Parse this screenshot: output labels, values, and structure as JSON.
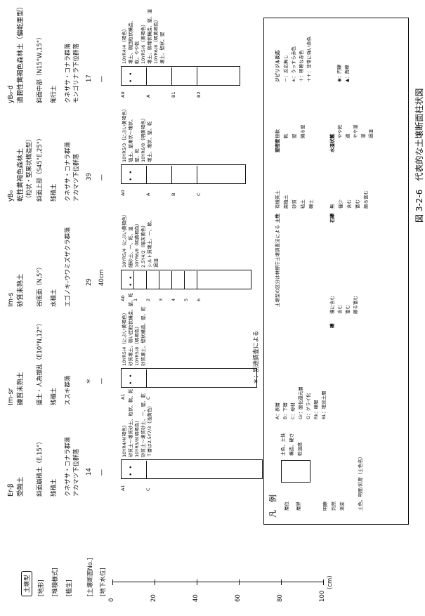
{
  "caption": "図 3-2-6　代表的な土壌断面柱状図",
  "row_labels": {
    "soil_type": "土壌型",
    "topography": "[地形]",
    "deposition": "[堆積様式]",
    "vegetation": "[植生]",
    "profile_no": "[土壌断面No.]",
    "groundwater": "[地下水位]"
  },
  "depth_axis": {
    "ticks": [
      "0",
      "20",
      "40",
      "60",
      "80",
      "100"
    ],
    "unit": "(cm)"
  },
  "columns": [
    {
      "code": "Er-β",
      "name": "受蝕土",
      "topography": "斜面崩積土（E,15°）",
      "deposition": "残積土",
      "vegetation": [
        "クネザサ・コナラ群落",
        "アカマツ下位群落"
      ],
      "profile_no": "14",
      "groundwater": "―",
      "horizons": [
        "A1",
        "C"
      ],
      "notes": [
        "10YR4/4(褐色)",
        "砂質土～壌質砂土、粒状、軟、乾",
        "10YR5/8(明褐色)",
        "砂質土～壌質砂土、一、堅、乾",
        "Ｔ層は2,5Y7/3（浅黄色）"
      ]
    },
    {
      "code": "Im-sr",
      "name": "礫質未熟土",
      "topography": "盛土・人為撹乱（E10°N,12°）",
      "deposition": "残積土",
      "vegetation": [
        "ススキ群落"
      ],
      "profile_no": "＊",
      "groundwater": "―",
      "horizons": [
        "A1",
        "C"
      ],
      "notes": [
        "10YR5/4（にぶい黄褐色）",
        "砂質壌土、弱い団粒状構造、堅、乾",
        "10YR5/8（明褐色）",
        "砂質壌土、壁状構造、堅、乾"
      ],
      "footnote": "＊：別途調査による"
    },
    {
      "code": "Im-s",
      "name": "砂質未熟土",
      "topography": "谷底面（N,5°）",
      "deposition": "水積土",
      "vegetation": [
        "エゴノキ-ウワミズザクラ群落"
      ],
      "profile_no": "29",
      "groundwater": "40cm",
      "horizons": [
        "A0",
        "1",
        "2",
        "3",
        "4",
        "5",
        "6"
      ],
      "notes": [
        "10YR5/4（にぶい黄褐色）",
        "細砂土、一、乾、湿",
        "10YR6/8（明黄褐色）",
        "2.5Y4/2（暗灰黄色）",
        "シルト質壌土、一、軟、",
        "過湿"
      ]
    },
    {
      "code": "yB₀",
      "name": "乾性黄褐色森林土",
      "name2": "（粒状・堅果状構造型）",
      "topography": "斜面上部（S45°E,25°）",
      "deposition": "残積土",
      "vegetation": [
        "クネザサ・コナラ群落",
        "アカマツ下位群落"
      ],
      "profile_no": "39",
      "groundwater": "―",
      "horizons": [
        "A0",
        "A",
        "B",
        "C"
      ],
      "notes": [
        "10YR5/3（にぶい黄褐色）",
        "埴土、堅果状～塊状、",
        "堅、乾",
        "10YR6/8（明黄褐色）",
        "壌土、塊状、堅、乾"
      ]
    },
    {
      "code": "yB₀-d",
      "name": "適潤性黄褐色森林土（偏乾亜型）",
      "topography": "斜面中部（N15°W,15°）",
      "deposition": "匍行土",
      "vegetation": [
        "クネザサ・コナラ群落",
        "モンゴリナラ下位群落"
      ],
      "profile_no": "17",
      "groundwater": "―",
      "horizons": [
        "A0",
        "A",
        "B1",
        "B2"
      ],
      "notes": [
        "10YR4/4（褐色）",
        "壌土、弱団粒状構造、",
        "軟、やや乾",
        "10YR5/6（黄褐色）",
        "壌土、弱塊状構造、堅、湿",
        "10YR6/8（明黄褐色）",
        "壌土、壁状、堅"
      ]
    }
  ],
  "legend": {
    "title": "凡　例",
    "horizon_label": "層位",
    "layer_label": "層界",
    "color_label": "土色、土性",
    "structure_label": "構造、硬さ",
    "wet_label": "乾湿度",
    "horizon_items": [
      "A：表層",
      "B：下層",
      "C：母材",
      "Gr：酸化還元層",
      "G：グライ化",
      "Rk：礫層",
      "BL：埋没土層"
    ],
    "boundary_items": [
      "明瞭",
      "判然",
      "漸変"
    ],
    "color_std": "土色、明度/彩度（土色名）",
    "note": "土壌型の区分は林野庁土壌調査法による",
    "gravel_title": "礫",
    "gravel_items": [
      "僅に含む",
      "含む",
      "富む",
      "頗る富む"
    ],
    "texture_title": "土性",
    "texture_items": [
      "有機質土",
      "腐植土",
      "砂質",
      "粘土",
      "礫土"
    ],
    "stone_title": "石礫",
    "stone_items": [
      "無",
      "僅少",
      "含む",
      "富む",
      "頗る富む"
    ],
    "hardness_title": "堅密度",
    "hardness_items": [
      "極軟",
      "軟",
      "堅",
      "頗る堅"
    ],
    "structure_title": "構造",
    "structure_items": [
      "団粒状",
      "粒状",
      "堅果状",
      "塊状",
      "壁状"
    ],
    "moisture_title": "水湿状態",
    "moisture_items": [
      "乾",
      "やや乾",
      "適",
      "やや湿",
      "湿",
      "過湿"
    ],
    "lime_title": "ジピリジル反応",
    "lime_items": [
      "－：反応無し",
      "±：うっすら赤色",
      "＋：明瞭な赤色",
      "＋＋：非常に強い赤色"
    ],
    "gley_items": [
      "◉：円礫",
      "▲：角礫"
    ]
  }
}
